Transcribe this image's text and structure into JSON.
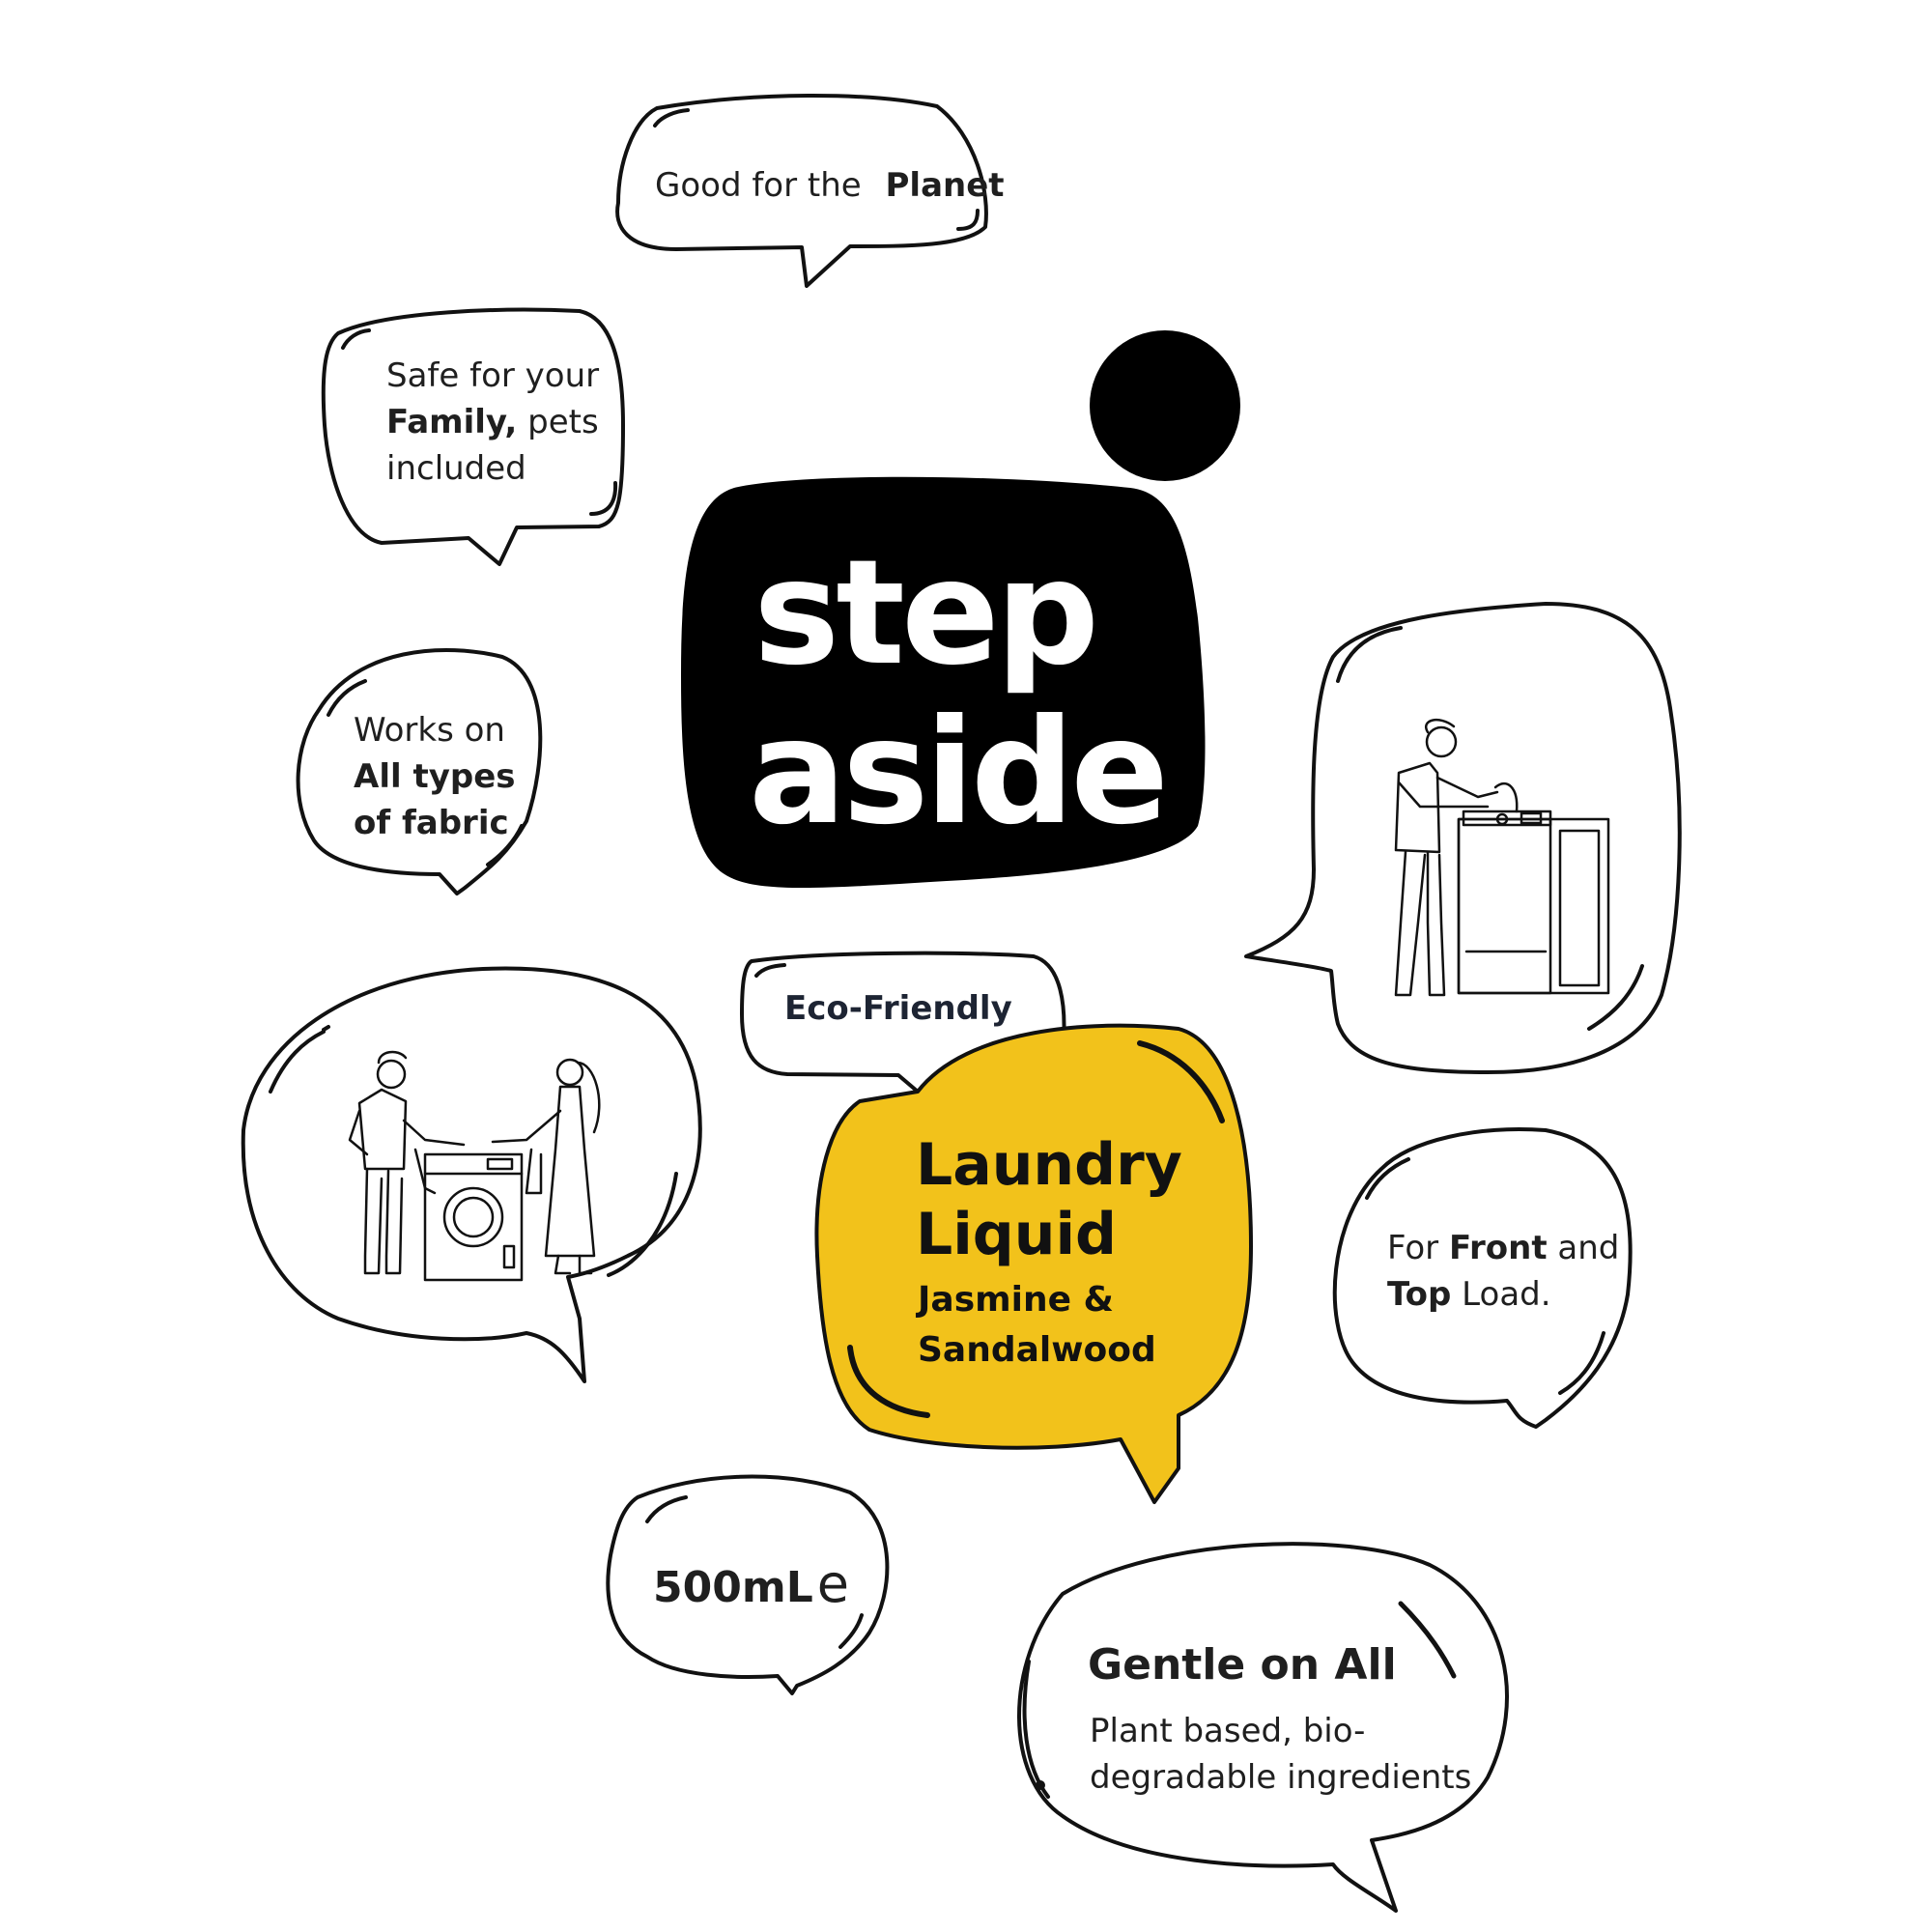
{
  "brand": {
    "line1": "step",
    "line2": "aside"
  },
  "bubbles": {
    "planet": {
      "text": "Good for the",
      "bold": "Planet"
    },
    "family": {
      "line1": "Safe for your",
      "bold": "Family,",
      "line2_rest": " pets",
      "line3": "included"
    },
    "fabric": {
      "line1": "Works on",
      "bold1": "All types",
      "bold2": "of fabric"
    },
    "load": {
      "pre": "For ",
      "bold1": "Front",
      "mid": " and",
      "bold2": "Top",
      "post": " Load."
    },
    "volume": {
      "text": "500mL",
      "symbol": "e"
    },
    "gentle": {
      "title": "Gentle on All",
      "line1": "Plant based, bio-",
      "line2": "degradable ingredients"
    },
    "eco": {
      "text": "Eco-Friendly"
    }
  },
  "product": {
    "name_line1": "Laundry",
    "name_line2": "Liquid",
    "scent_line1": "Jasmine &",
    "scent_line2": "Sandalwood"
  },
  "colors": {
    "accent_yellow": "#F2C21B",
    "logo_black": "#000000",
    "outline": "#111111"
  },
  "illustrations": {
    "right": "person-loading-top-load-washer-illustration",
    "left": "couple-at-front-load-washer-illustration"
  }
}
